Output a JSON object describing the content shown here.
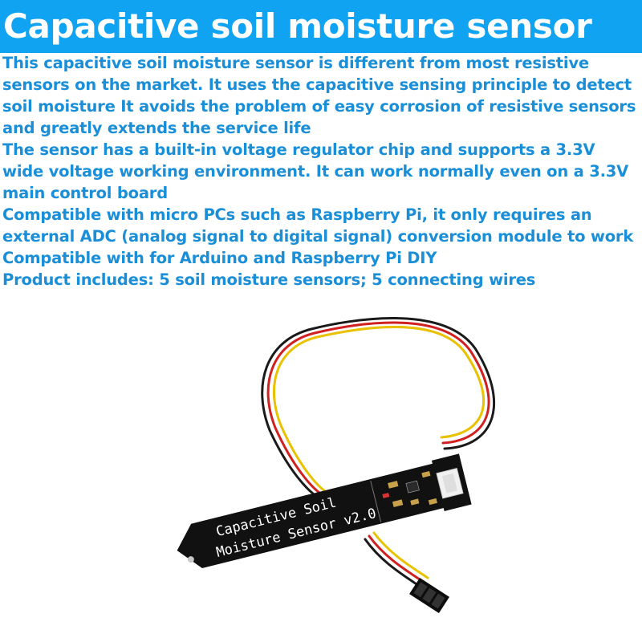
{
  "title": "Capacitive soil moisture sensor",
  "description": [
    "This capacitive soil moisture sensor is different from most resistive sensors on the market. It uses the capacitive sensing principle to detect soil moisture It avoids the problem of easy corrosion of resistive sensors and greatly extends the service life",
    "The sensor has a built-in voltage regulator chip and supports a 3.3V wide voltage working environment. It can work normally even on a 3.3V main control board",
    "Compatible with micro PCs such as Raspberry Pi, it only requires an external ADC (analog signal to digital signal) conversion module to work",
    "Compatible with for Arduino and Raspberry Pi DIY",
    "Product includes: 5 soil moisture sensors; 5 connecting wires"
  ],
  "product_image": {
    "board_label_line1": "Capacitive  Soil",
    "board_label_line2": "Moisture Sensor v2.0"
  },
  "colors": {
    "title_background": "#10a3f1",
    "title_text": "#ffffff",
    "body_text": "#1a8fd8",
    "board": "#111111"
  }
}
